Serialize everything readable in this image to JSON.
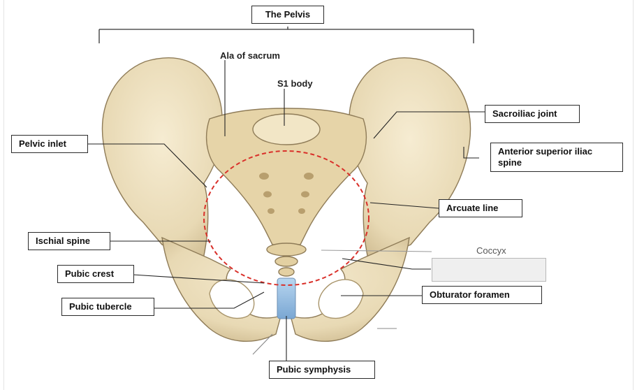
{
  "title": "The Pelvis",
  "labels": {
    "ala_of_sacrum": "Ala of sacrum",
    "s1_body": "S1 body",
    "sacroiliac_joint": "Sacroiliac joint",
    "pelvic_inlet": "Pelvic inlet",
    "asis_line1": "Anterior superior iliac",
    "asis_line2": "spine",
    "arcuate_line": "Arcuate line",
    "ischial_spine": "Ischial spine",
    "coccyx": "Coccyx",
    "pubic_crest": "Pubic crest",
    "pubic_tubercle": "Pubic tubercle",
    "obturator_foramen": "Obturator  foramen",
    "pubic_symphysis": "Pubic symphysis"
  },
  "colors": {
    "bone": "#ece0c0",
    "bone_shade": "#c9b58a",
    "bone_outline": "#8f7c58",
    "inlet_dash": "#d9302a",
    "cartilage": "#9cc2e6",
    "leader": "#222222"
  }
}
